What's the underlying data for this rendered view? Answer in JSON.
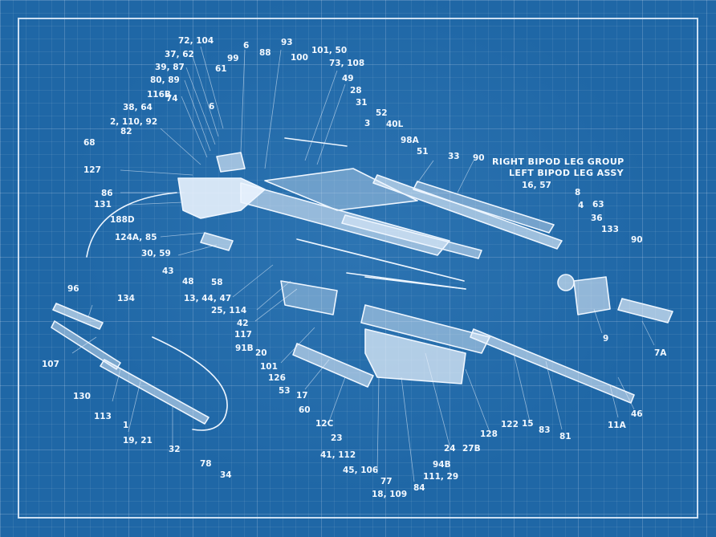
{
  "titles": {
    "right_bipod": "RIGHT BIPOD LEG GROUP",
    "left_bipod": "LEFT BIPOD LEG ASSY"
  },
  "callouts": [
    "72, 104",
    "37, 62",
    "39, 87",
    "80, 89",
    "116B",
    "38, 64",
    "2, 110, 92",
    "82",
    "68",
    "127",
    "86",
    "131",
    "188D",
    "124A, 85",
    "30, 59",
    "43",
    "48",
    "58",
    "13, 44, 47",
    "25, 114",
    "42",
    "117",
    "91B",
    "20",
    "101",
    "126",
    "53",
    "17",
    "60",
    "12C",
    "23",
    "41, 112",
    "45, 106",
    "77",
    "18, 109",
    "84",
    "111, 29",
    "94B",
    "24",
    "27B",
    "128",
    "122",
    "15",
    "83",
    "81",
    "11A",
    "46",
    "7A",
    "9",
    "90",
    "133",
    "36",
    "63",
    "4",
    "8",
    "16, 57",
    "90",
    "33",
    "51",
    "98A",
    "40L",
    "3",
    "52",
    "31",
    "28",
    "49",
    "73, 108",
    "101, 50",
    "100",
    "93",
    "88",
    "6",
    "99",
    "61",
    "74",
    "6",
    "96",
    "134",
    "107",
    "130",
    "113",
    "1",
    "19, 21",
    "32",
    "78",
    "34"
  ]
}
